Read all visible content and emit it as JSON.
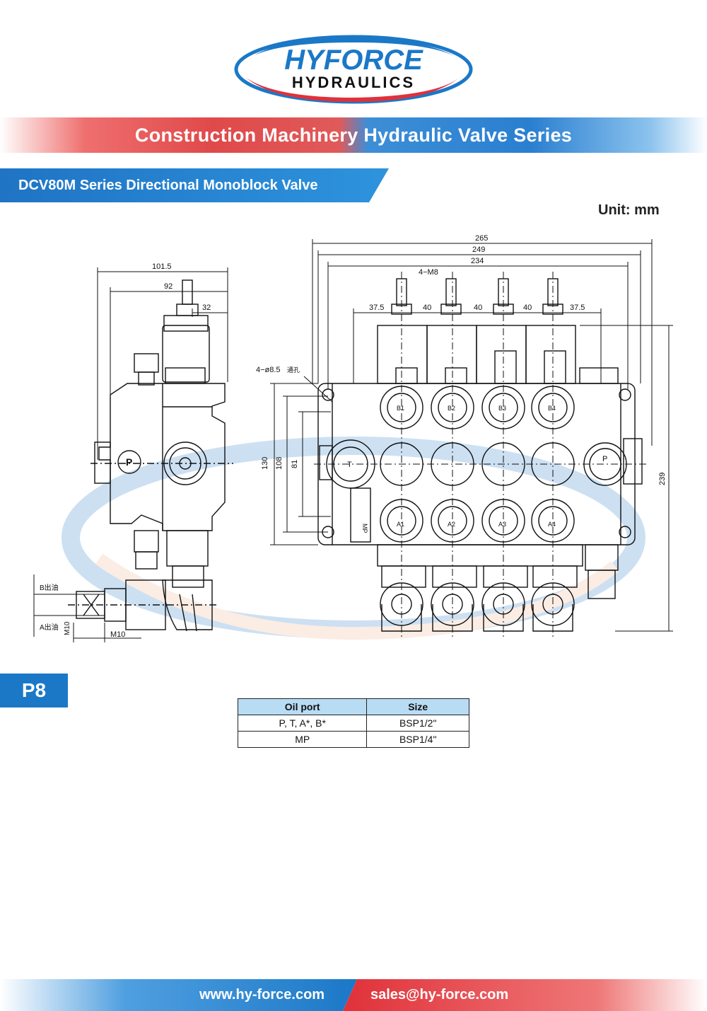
{
  "logo": {
    "line1": "HYFORCE",
    "line2": "HYDRAULICS"
  },
  "banner": {
    "title": "Construction Machinery Hydraulic Valve Series"
  },
  "series": {
    "title": "DCV80M Series Directional Monoblock Valve"
  },
  "unit_label": "Unit: mm",
  "drawing": {
    "side": {
      "dim_101_5": "101.5",
      "dim_92": "92",
      "dim_32": "32",
      "port_p": "P",
      "b_label": "B出油",
      "a_label": "A出油",
      "m10_v": "M10",
      "m10_h": "M10"
    },
    "front": {
      "dim_265": "265",
      "dim_249": "249",
      "dim_234": "234",
      "thread": "4−M8",
      "pitch": [
        "37.5",
        "40",
        "40",
        "40",
        "37.5"
      ],
      "holes": "4−ø8.5",
      "holes_note": "通孔",
      "dim_130": "130",
      "dim_108": "108",
      "dim_81": "81",
      "dim_239": "239",
      "port_t": "T",
      "port_p": "P",
      "b_ports": [
        "B1",
        "B2",
        "B3",
        "B4"
      ],
      "a_ports": [
        "A1",
        "A2",
        "A3",
        "A4"
      ],
      "mp": "MP"
    }
  },
  "page": "P8",
  "ports_table": {
    "headers": [
      "Oil port",
      "Size"
    ],
    "rows": [
      [
        "P, T, A*, B*",
        "BSP1/2\""
      ],
      [
        "MP",
        "BSP1/4\""
      ]
    ]
  },
  "footer": {
    "website": "www.hy-force.com",
    "email": "sales@hy-force.com"
  },
  "colors": {
    "brand_blue": "#1b78c7",
    "brand_red": "#e0494a",
    "table_header": "#b8dcf3"
  }
}
